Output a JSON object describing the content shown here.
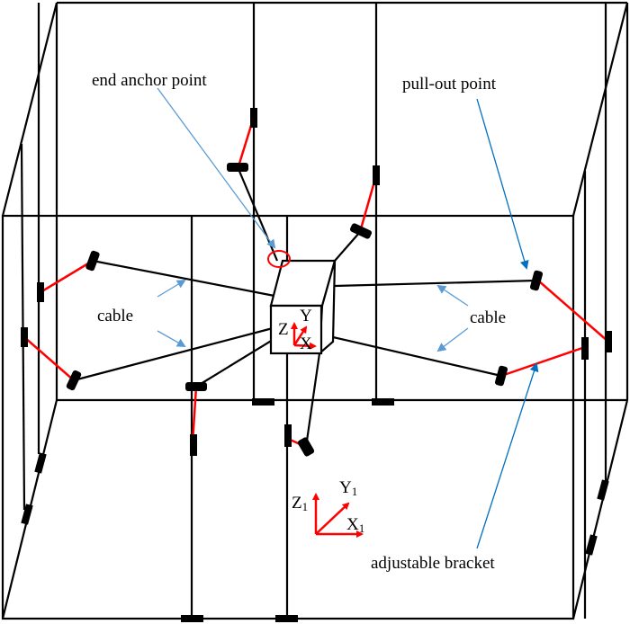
{
  "labels": {
    "end_anchor_point": "end anchor point",
    "pull_out_point": "pull-out point",
    "cable_left": "cable",
    "cable_right": "cable",
    "adjustable_bracket": "adjustable bracket"
  },
  "platform_axes": {
    "z": "Z",
    "y": "Y",
    "x": "X"
  },
  "base_axes": {
    "z": "Z",
    "z_sub": "1",
    "y": "Y",
    "y_sub": "1",
    "x": "X",
    "x_sub": "1"
  },
  "colors": {
    "frame": "#000000",
    "bracket_segment": "#ff0000",
    "annotation_arrow_light": "#5b9bd5",
    "annotation_arrow_dark": "#0070c0",
    "axes": "#ff0000"
  }
}
